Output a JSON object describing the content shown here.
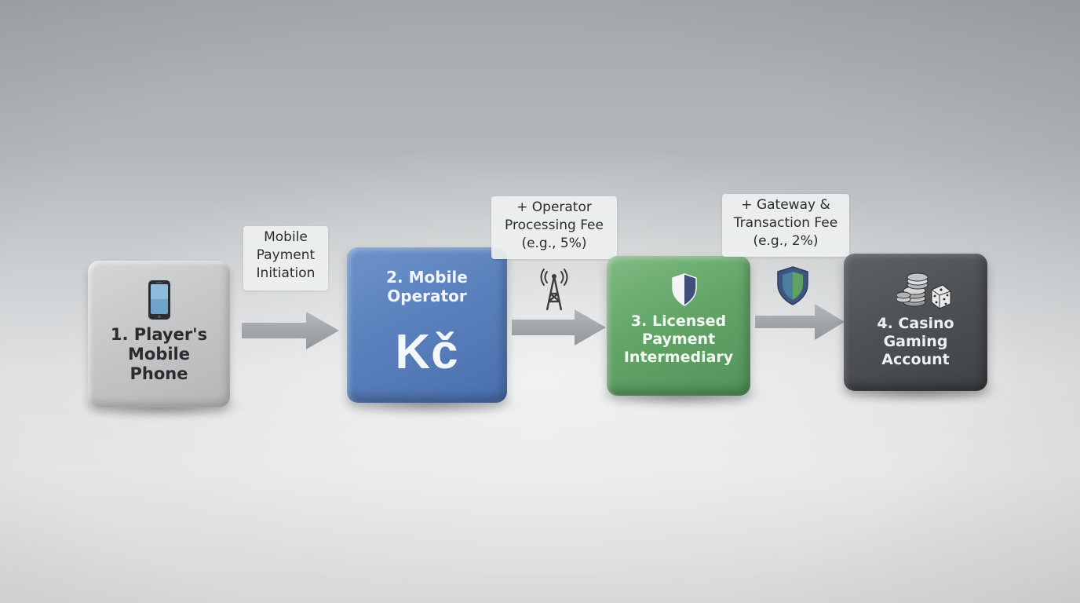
{
  "steps": [
    {
      "label": "1. Player's\nMobile\nPhone",
      "icon": "smartphone-icon",
      "color": "#c6c7c8"
    },
    {
      "label": "2. Mobile\nOperator",
      "symbol": "Kč",
      "icon": "currency-icon",
      "color": "#5a80bd"
    },
    {
      "label": "3. Licensed\nPayment\nIntermediary",
      "icon": "shield-icon",
      "color": "#63a568"
    },
    {
      "label": "4. Casino\nGaming\nAccount",
      "icon": "casino-chips-dice-icon",
      "color": "#4f5255"
    }
  ],
  "connectors": [
    {
      "label": "Mobile\nPayment\nInitiation"
    },
    {
      "label": "+ Operator\nProcessing Fee\n(e.g., 5%)",
      "icon": "cell-tower-icon"
    },
    {
      "label": "+ Gateway &\nTransaction Fee\n(e.g., 2%)",
      "icon": "shield-icon"
    }
  ]
}
